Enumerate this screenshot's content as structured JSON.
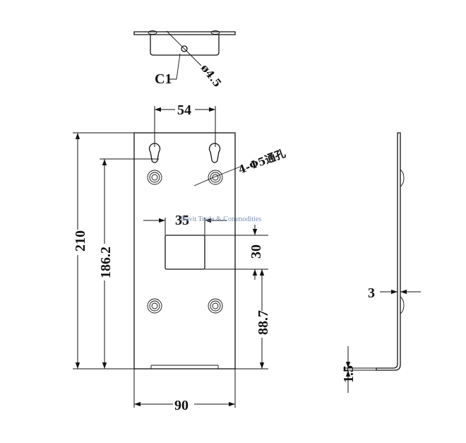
{
  "watermark": "Davit Trade & Commodities",
  "top_view": {
    "chamfer_label": "C1",
    "hole_diameter_label": "ø4.5"
  },
  "front_view": {
    "width_label": "90",
    "height_label": "210",
    "hole_spacing_label": "54",
    "keyhole_height_label": "186.2",
    "hole_note": "4-Φ5通孔",
    "window_width_label": "35",
    "window_height_label": "30",
    "window_offset_label": "88.7"
  },
  "side_view": {
    "thickness_label": "3",
    "base_label": "1.5"
  }
}
